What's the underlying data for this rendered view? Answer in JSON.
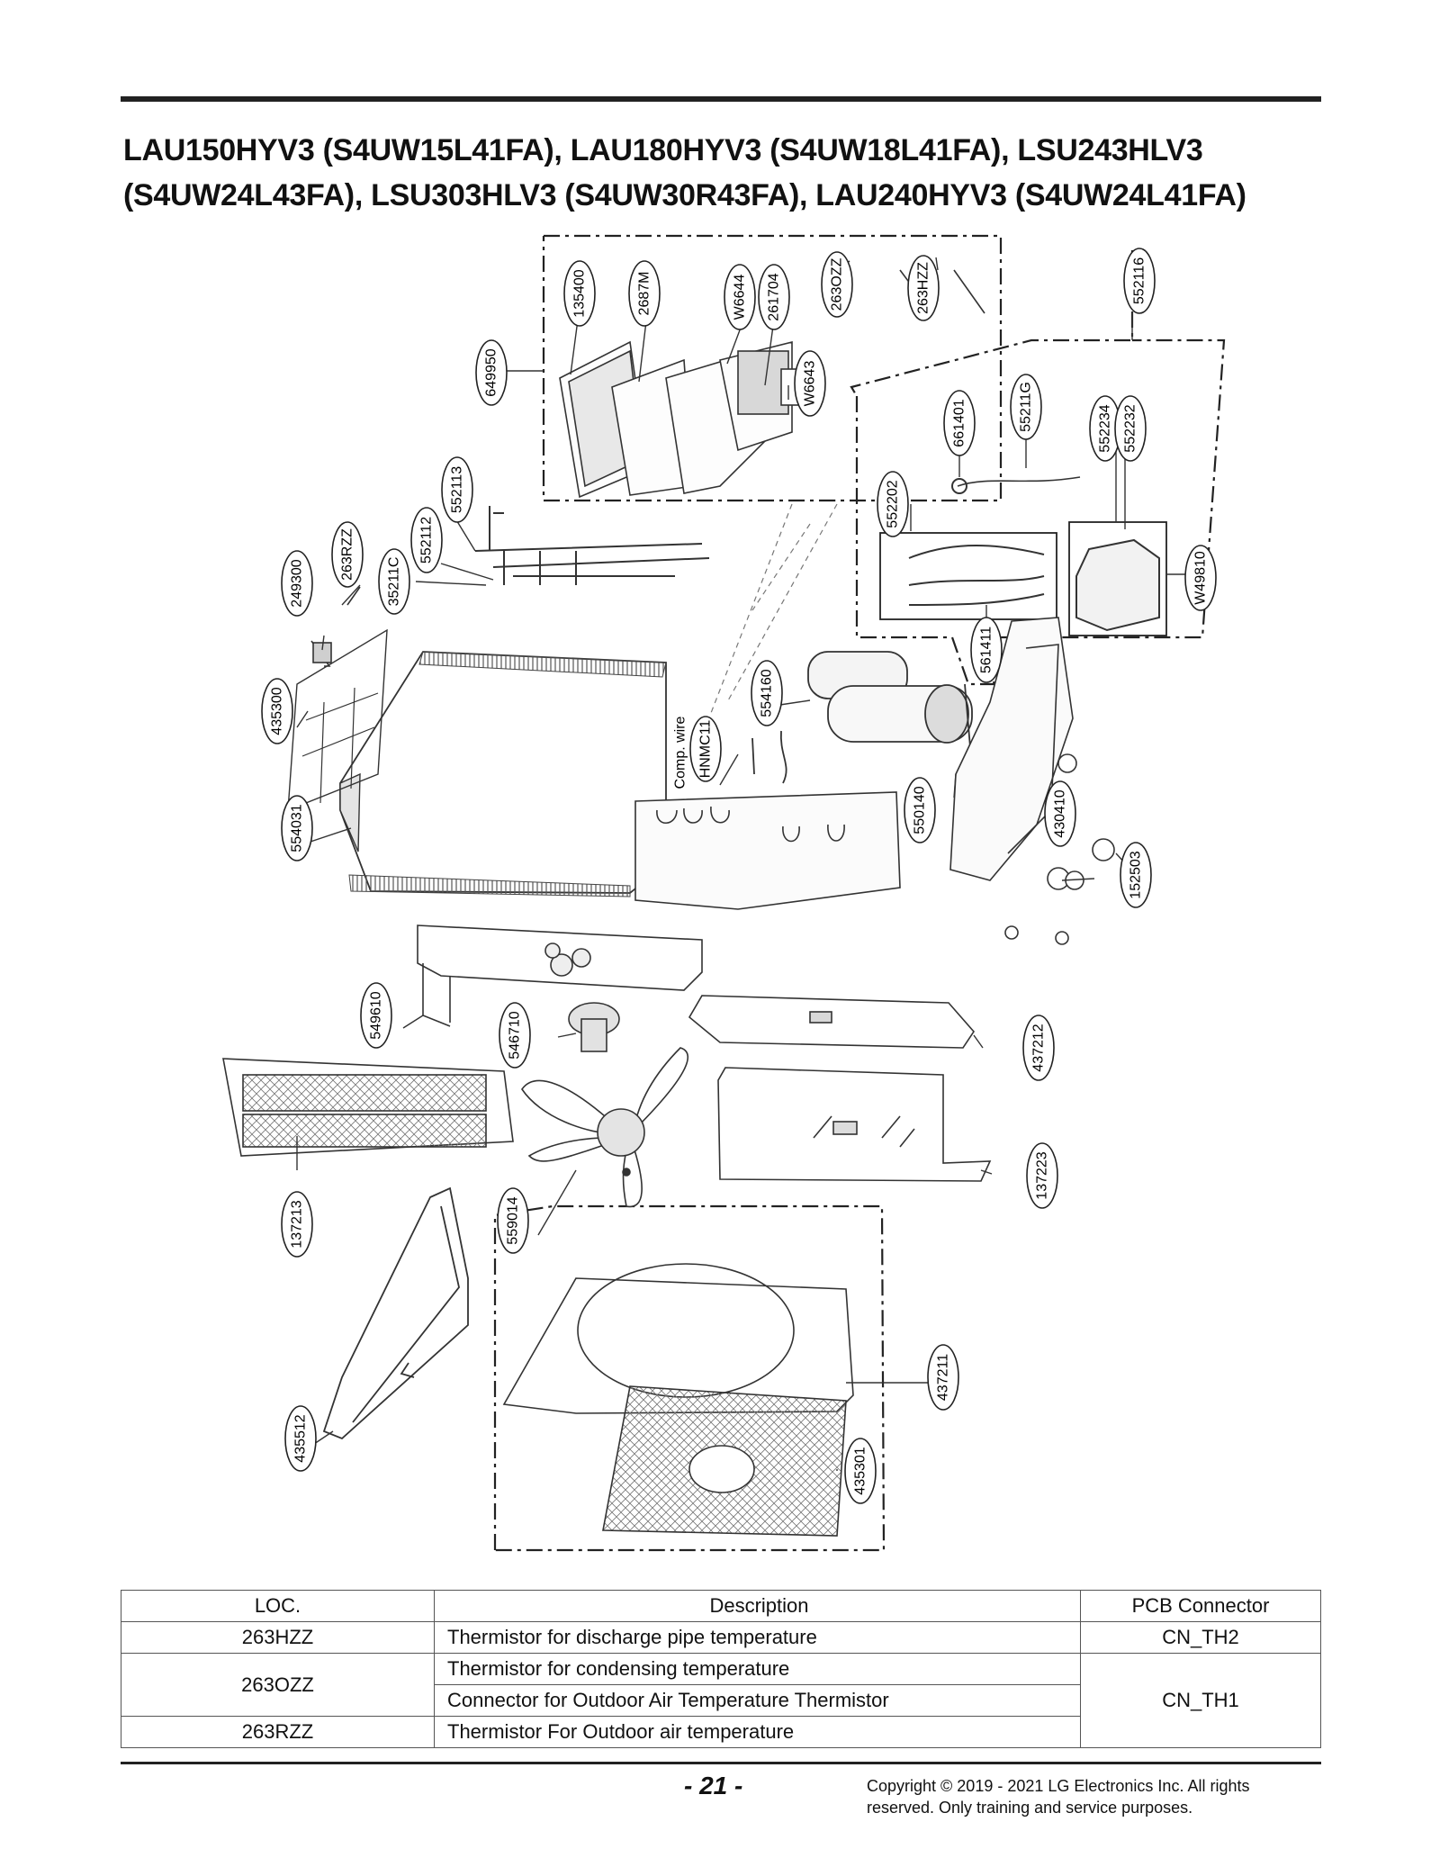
{
  "title": {
    "line1": "LAU150HYV3 (S4UW15L41FA), LAU180HYV3 (S4UW18L41FA), LSU243HLV3",
    "line2": "(S4UW24L43FA), LSU303HLV3 (S4UW30R43FA), LAU240HYV3 (S4UW24L41FA)"
  },
  "diagram": {
    "labels": {
      "p135400": "135400",
      "p2687M": "2687M",
      "pW6644": "W6644",
      "p261704": "261704",
      "p263OZZ": "263OZZ",
      "p263HZZ": "263HZZ",
      "p552116": "552116",
      "p649950": "649950",
      "pW6643": "W6643",
      "p661401": "661401",
      "p55211G": "55211G",
      "p552234": "552234",
      "p552232": "552232",
      "p552202": "552202",
      "p552113": "552113",
      "p552112": "552112",
      "p263RZZ": "263RZZ",
      "p35211C": "35211C",
      "p249300": "249300",
      "pW49810": "W49810",
      "p561411": "561411",
      "p554160": "554160",
      "p435300": "435300",
      "pHNMC11": "HNMC11",
      "comp_wire": "Comp. wire",
      "p550140": "550140",
      "p430410": "430410",
      "p554031": "554031",
      "p152503": "152503",
      "p549610": "549610",
      "p546710": "546710",
      "p437212": "437212",
      "p137223": "137223",
      "p137213": "137213",
      "p559014": "559014",
      "p437211": "437211",
      "p435512": "435512",
      "p435301": "435301"
    }
  },
  "table": {
    "headers": {
      "loc": "LOC.",
      "description": "Description",
      "pcb": "PCB Connector"
    },
    "rows": {
      "r1_loc": "263HZZ",
      "r1_desc": "Thermistor for discharge pipe temperature",
      "r1_pcb": "CN_TH2",
      "r2_loc": "263OZZ",
      "r2_desc_a": "Thermistor for condensing temperature",
      "r2_desc_b": "Connector for Outdoor Air Temperature Thermistor",
      "r2_pcb": "CN_TH1",
      "r3_loc": "263RZZ",
      "r3_desc": "Thermistor For Outdoor air temperature"
    }
  },
  "footer": {
    "page": "- 21 -",
    "copyright_line1": "Copyright © 2019 - 2021 LG Electronics Inc. All rights",
    "copyright_line2": "reserved. Only training and service purposes."
  }
}
